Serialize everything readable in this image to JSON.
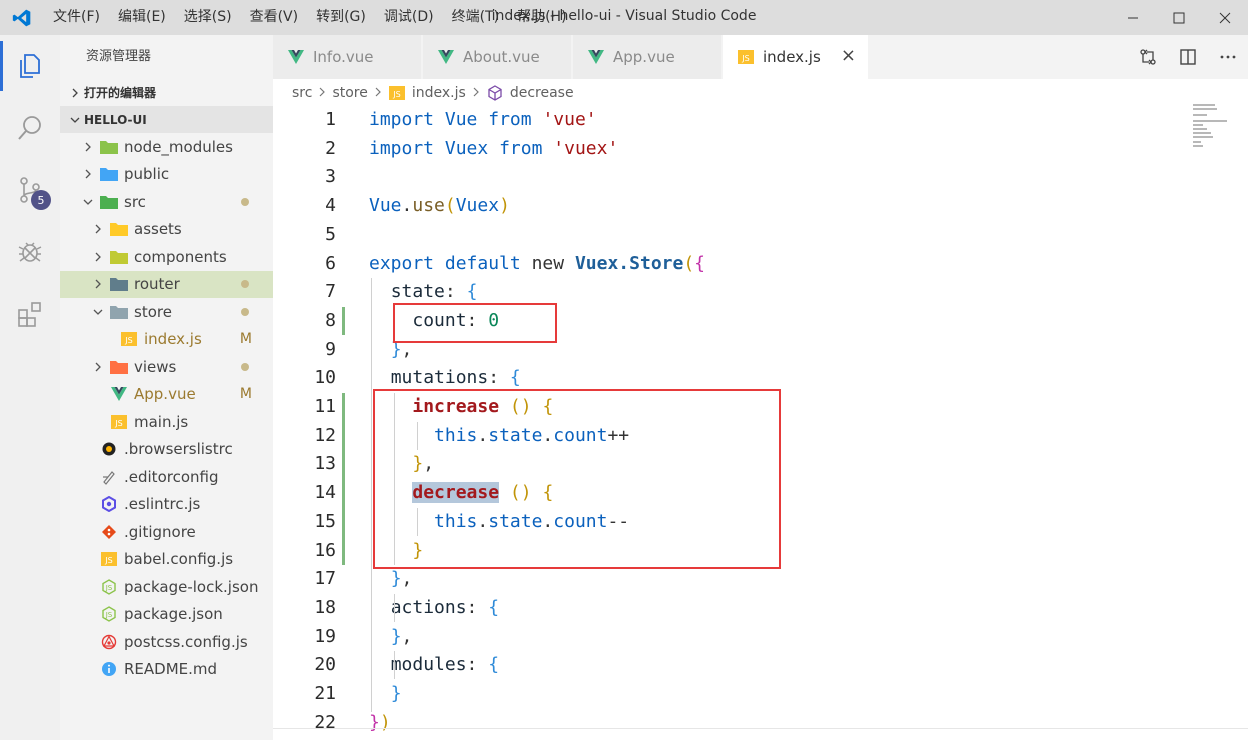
{
  "titlebar": {
    "menu": [
      "文件(F)",
      "编辑(E)",
      "选择(S)",
      "查看(V)",
      "转到(G)",
      "调试(D)",
      "终端(T)",
      "帮助(H)"
    ],
    "window_title": "index.js - hello-ui - Visual Studio Code"
  },
  "activitybar": {
    "items": [
      "explorer-icon",
      "search-icon",
      "source-control-icon",
      "debug-icon",
      "extensions-icon"
    ],
    "scm_badge": "5"
  },
  "sidebar": {
    "title": "资源管理器",
    "open_editors": "打开的编辑器",
    "project": "HELLO-UI",
    "tree": [
      {
        "label": "node_modules",
        "icon": "folder-node-icon",
        "color": "#8bc34a"
      },
      {
        "label": "public",
        "icon": "folder-public-icon",
        "color": "#42a5f5"
      },
      {
        "label": "src",
        "icon": "folder-src-icon",
        "color": "#4caf50"
      },
      {
        "label": "assets",
        "icon": "folder-assets-icon",
        "color": "#ffca28"
      },
      {
        "label": "components",
        "icon": "folder-components-icon",
        "color": "#c0ca33"
      },
      {
        "label": "router",
        "icon": "folder-router-icon",
        "color": "#607d8b"
      },
      {
        "label": "store",
        "icon": "folder-store-icon",
        "color": "#90a4ae"
      },
      {
        "label": "index.js",
        "icon": "js-file-icon",
        "color": "#fbc02d",
        "status": "M"
      },
      {
        "label": "views",
        "icon": "folder-views-icon",
        "color": "#ff7043"
      },
      {
        "label": "App.vue",
        "icon": "vue-file-icon",
        "color": "#41b883",
        "status": "M"
      },
      {
        "label": "main.js",
        "icon": "js-file-icon",
        "color": "#fbc02d"
      },
      {
        "label": ".browserslistrc",
        "icon": "browserslist-icon",
        "color": "#ffb300"
      },
      {
        "label": ".editorconfig",
        "icon": "editorconfig-icon",
        "color": "#777777"
      },
      {
        "label": ".eslintrc.js",
        "icon": "eslint-icon",
        "color": "#5c4ee5"
      },
      {
        "label": ".gitignore",
        "icon": "git-icon",
        "color": "#e64a19"
      },
      {
        "label": "babel.config.js",
        "icon": "babel-icon",
        "color": "#fbc02d"
      },
      {
        "label": "package-lock.json",
        "icon": "nodejs-icon",
        "color": "#8bc34a"
      },
      {
        "label": "package.json",
        "icon": "nodejs-icon",
        "color": "#8bc34a"
      },
      {
        "label": "postcss.config.js",
        "icon": "postcss-icon",
        "color": "#e53935"
      },
      {
        "label": "README.md",
        "icon": "info-icon",
        "color": "#42a5f5"
      }
    ]
  },
  "tabs": [
    {
      "label": "Info.vue",
      "icon": "vue-file-icon"
    },
    {
      "label": "About.vue",
      "icon": "vue-file-icon"
    },
    {
      "label": "App.vue",
      "icon": "vue-file-icon"
    },
    {
      "label": "index.js",
      "icon": "js-file-icon",
      "active": true
    }
  ],
  "tab_close": "×",
  "breadcrumb": {
    "parts": [
      "src",
      "store",
      "index.js",
      "decrease"
    ]
  },
  "editor": {
    "line_numbers": [
      "1",
      "2",
      "3",
      "4",
      "5",
      "6",
      "7",
      "8",
      "9",
      "10",
      "11",
      "12",
      "13",
      "14",
      "15",
      "16",
      "17",
      "18",
      "19",
      "20",
      "21",
      "22"
    ],
    "code": {
      "l1": [
        "import",
        "Vue",
        "from",
        "'vue'"
      ],
      "l2": [
        "import",
        "Vuex",
        "from",
        "'vuex'"
      ],
      "l4": [
        "Vue",
        "use",
        "Vuex"
      ],
      "l6": [
        "export",
        "default",
        "new",
        "Vuex",
        "Store"
      ],
      "l7": "state",
      "l8": [
        "count",
        "0"
      ],
      "l10": "mutations",
      "l11": "increase",
      "l12": [
        "this",
        "state",
        "count"
      ],
      "l14": "decrease",
      "l15": [
        "this",
        "state",
        "count"
      ],
      "l18": "actions",
      "l20": "modules"
    }
  },
  "colors": {
    "accent": "#2d6fd6",
    "annotation": "#e63a3a",
    "modified": "#9b7a2f",
    "vue": "#41b883"
  }
}
